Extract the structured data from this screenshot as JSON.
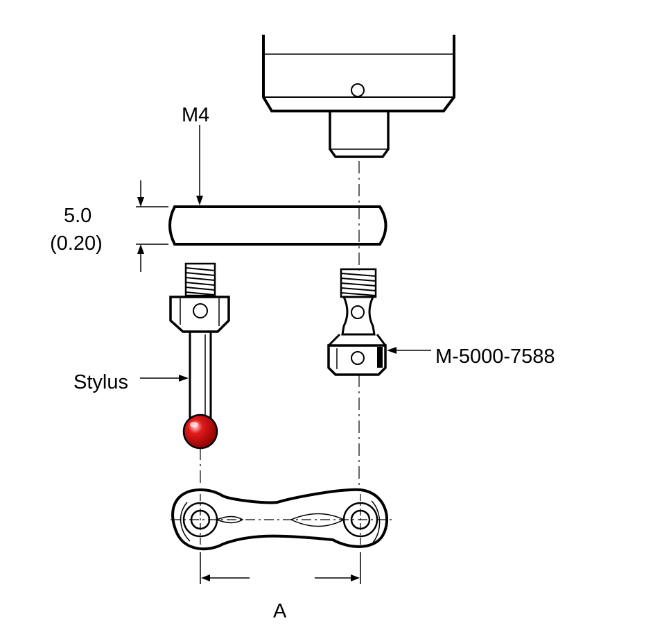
{
  "labels": {
    "thread": "M4",
    "thickness_mm": "5.0",
    "thickness_in": "(0.20)",
    "stylus": "Stylus",
    "part_number": "M-5000-7588",
    "dimension": "A"
  },
  "colors": {
    "stylus_ball": "#e21b1b",
    "line": "#000000"
  }
}
